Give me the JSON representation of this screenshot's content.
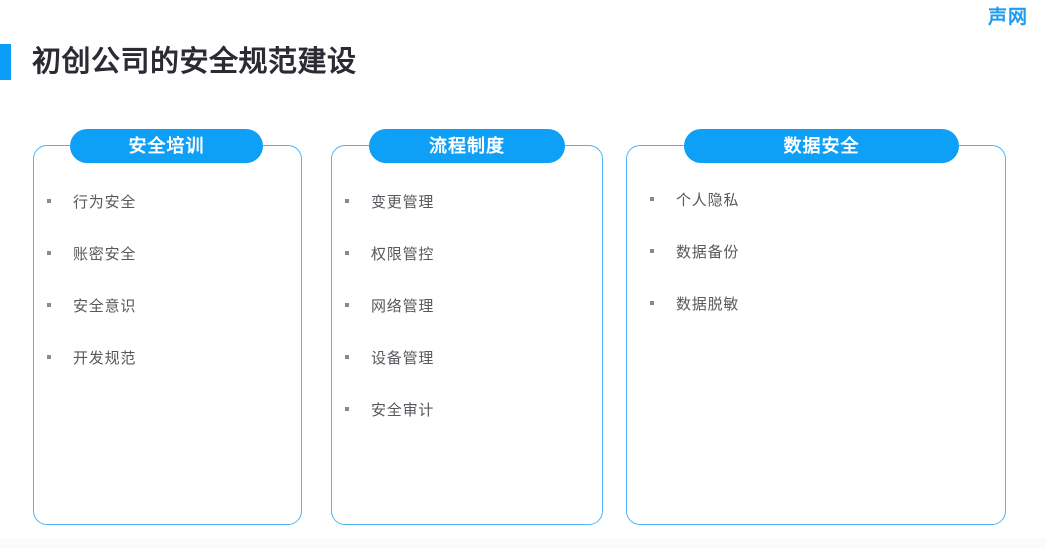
{
  "brand": {
    "logo_text": "声网"
  },
  "header": {
    "title": "初创公司的安全规范建设",
    "accent_color": "#0b9ef7"
  },
  "theme": {
    "pill_color": "#0e9ff6",
    "card_border_color": "#4db5f5",
    "title_color": "#2b2b33",
    "item_text_color": "#58585e",
    "bullet_color": "#8a8a8a",
    "background": "#ffffff",
    "footer_band": "#fbfbfc"
  },
  "cards": [
    {
      "title": "安全培训",
      "items": [
        {
          "label": "行为安全"
        },
        {
          "label": "账密安全"
        },
        {
          "label": "安全意识"
        },
        {
          "label": "开发规范"
        }
      ]
    },
    {
      "title": "流程制度",
      "items": [
        {
          "label": "变更管理"
        },
        {
          "label": "权限管控"
        },
        {
          "label": "网络管理"
        },
        {
          "label": "设备管理"
        },
        {
          "label": "安全审计"
        }
      ]
    },
    {
      "title": "数据安全",
      "items": [
        {
          "label": "个人隐私"
        },
        {
          "label": "数据备份"
        },
        {
          "label": "数据脱敏"
        }
      ]
    }
  ]
}
